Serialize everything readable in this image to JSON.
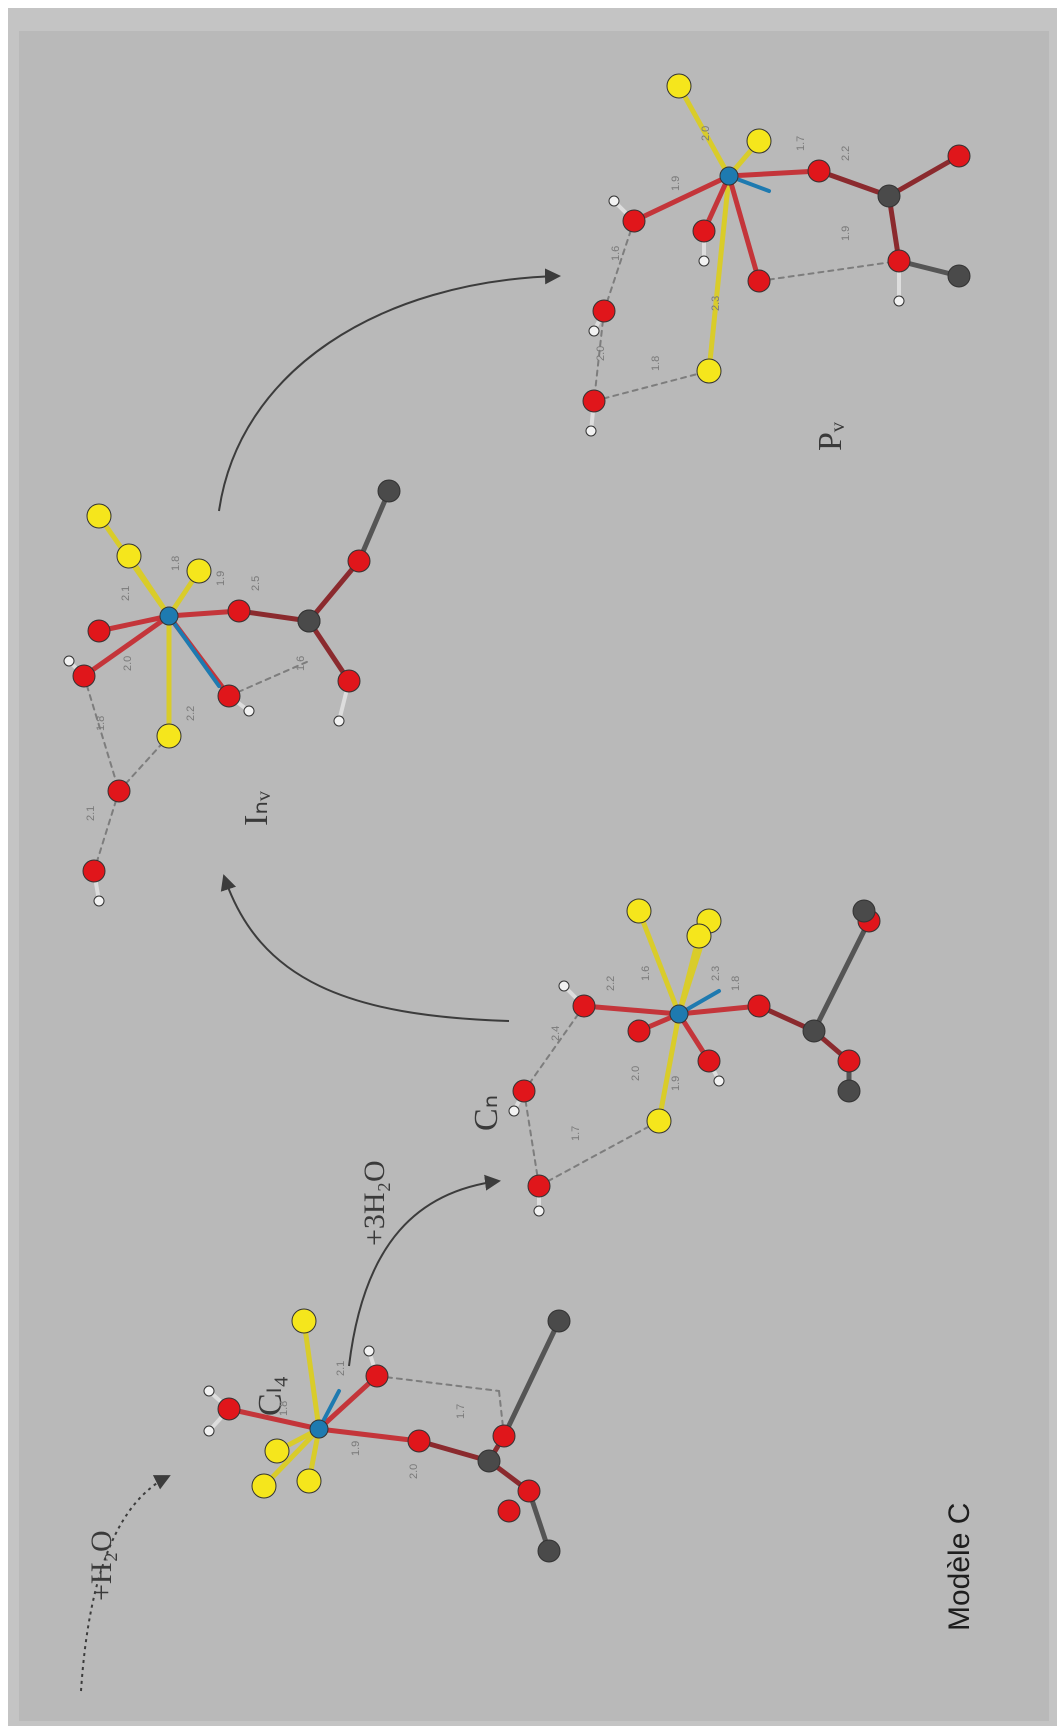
{
  "model_label": "Modèle C",
  "labels": {
    "step1_reagent": "+H₂O",
    "step2_reagent": "+3H₂O",
    "c1": "Cₗ₄",
    "c2": "Cₙ",
    "int": "Iₙᵥ",
    "prod": "Pᵥ"
  },
  "distances": [
    "1.8",
    "2.1",
    "1.9",
    "2.0",
    "1.7",
    "2.2",
    "1.6",
    "2.3",
    "1.8",
    "2.0",
    "1.9",
    "2.4",
    "1.7",
    "2.1",
    "2.0",
    "1.8",
    "2.2",
    "1.9",
    "2.5",
    "1.6"
  ],
  "colors": {
    "background": "#b9b9b9",
    "frame": "#c4c4c4",
    "oxygen": "#e0161b",
    "hydrogen": "#f2f2f2",
    "sulfur": "#f5e61c",
    "metal": "#1e7ab0",
    "carbon": "#4a4a4a",
    "hbond": "#7d7d7d",
    "arrow": "#3c3c3c"
  }
}
